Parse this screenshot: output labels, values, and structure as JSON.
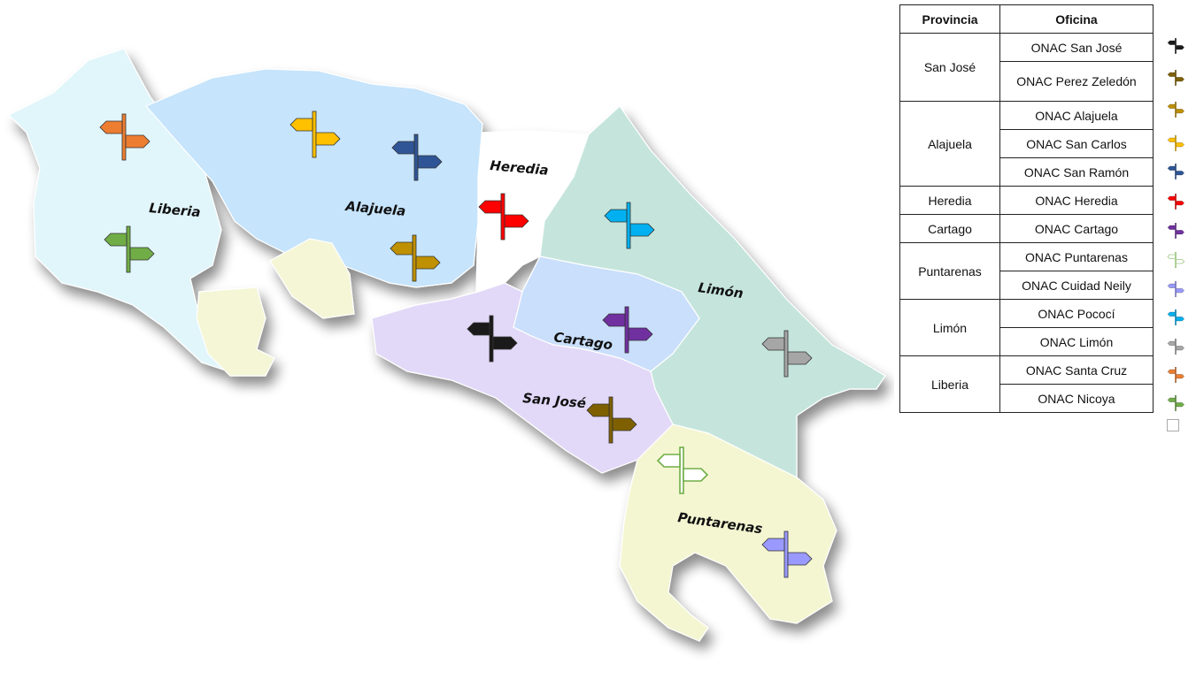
{
  "colors": {
    "liberia_region": "#e1f6fb",
    "alajuela_region": "#c6e4fb",
    "heredia_region": "#ffffff",
    "limon_region": "#c5e5dc",
    "cartago_region": "#c9dffb",
    "sanjose_region": "#e2d9f8",
    "puntarenas_region": "#f4f6d2",
    "coast_strip": "#f4f6d6"
  },
  "map": {
    "labels": {
      "liberia": "Liberia",
      "alajuela": "Alajuela",
      "heredia": "Heredia",
      "limon": "Limón",
      "cartago": "Cartago",
      "sanjose": "San José",
      "puntarenas": "Puntarenas"
    },
    "signs": [
      {
        "office": "ONAC Santa Cruz",
        "color": "#ed7d31",
        "icon": "signpost-icon"
      },
      {
        "office": "ONAC Nicoya",
        "color": "#70ad47",
        "icon": "signpost-icon"
      },
      {
        "office": "ONAC San Carlos",
        "color": "#ffc000",
        "icon": "signpost-icon"
      },
      {
        "office": "ONAC San Ramón",
        "color": "#2f5597",
        "icon": "signpost-icon"
      },
      {
        "office": "ONAC Alajuela",
        "color": "#bf9000",
        "icon": "signpost-icon"
      },
      {
        "office": "ONAC Heredia",
        "color": "#ff0000",
        "icon": "signpost-icon"
      },
      {
        "office": "ONAC Pococí",
        "color": "#00b0f0",
        "icon": "signpost-icon"
      },
      {
        "office": "ONAC San José",
        "color": "#1a1a1a",
        "icon": "signpost-icon"
      },
      {
        "office": "ONAC Cartago",
        "color": "#7030a0",
        "icon": "signpost-icon"
      },
      {
        "office": "ONAC Limón",
        "color": "#a6a6a6",
        "icon": "signpost-icon"
      },
      {
        "office": "ONAC Perez Zeledón",
        "color": "#7f6000",
        "icon": "signpost-icon"
      },
      {
        "office": "ONAC Puntarenas",
        "color": "#ffffff",
        "icon": "signpost-icon"
      },
      {
        "office": "ONAC Cuidad Neily",
        "color": "#9999ff",
        "icon": "signpost-icon"
      }
    ]
  },
  "legend": {
    "headers": {
      "provincia": "Provincia",
      "oficina": "Oficina"
    },
    "rows": [
      {
        "provincia": "San José",
        "oficina": "ONAC San José",
        "color": "#1a1a1a"
      },
      {
        "provincia": "",
        "oficina": "ONAC Perez Zeledón",
        "color": "#7f6000"
      },
      {
        "provincia": "Alajuela",
        "oficina": "ONAC Alajuela",
        "color": "#bf9000"
      },
      {
        "provincia": "",
        "oficina": "ONAC San Carlos",
        "color": "#ffc000"
      },
      {
        "provincia": "",
        "oficina": "ONAC San Ramón",
        "color": "#2f5597"
      },
      {
        "provincia": "Heredia",
        "oficina": "ONAC Heredia",
        "color": "#ff0000"
      },
      {
        "provincia": "Cartago",
        "oficina": "ONAC Cartago",
        "color": "#7030a0"
      },
      {
        "provincia": "Puntarenas",
        "oficina": "ONAC Puntarenas",
        "color": "#ffffff"
      },
      {
        "provincia": "",
        "oficina": "ONAC Cuidad Neily",
        "color": "#9999ff"
      },
      {
        "provincia": "Limón",
        "oficina": "ONAC Pococí",
        "color": "#00b0f0"
      },
      {
        "provincia": "",
        "oficina": "ONAC Limón",
        "color": "#a6a6a6"
      },
      {
        "provincia": "Liberia",
        "oficina": "ONAC Santa Cruz",
        "color": "#ed7d31"
      },
      {
        "provincia": "",
        "oficina": "ONAC Nicoya",
        "color": "#70ad47"
      }
    ]
  }
}
